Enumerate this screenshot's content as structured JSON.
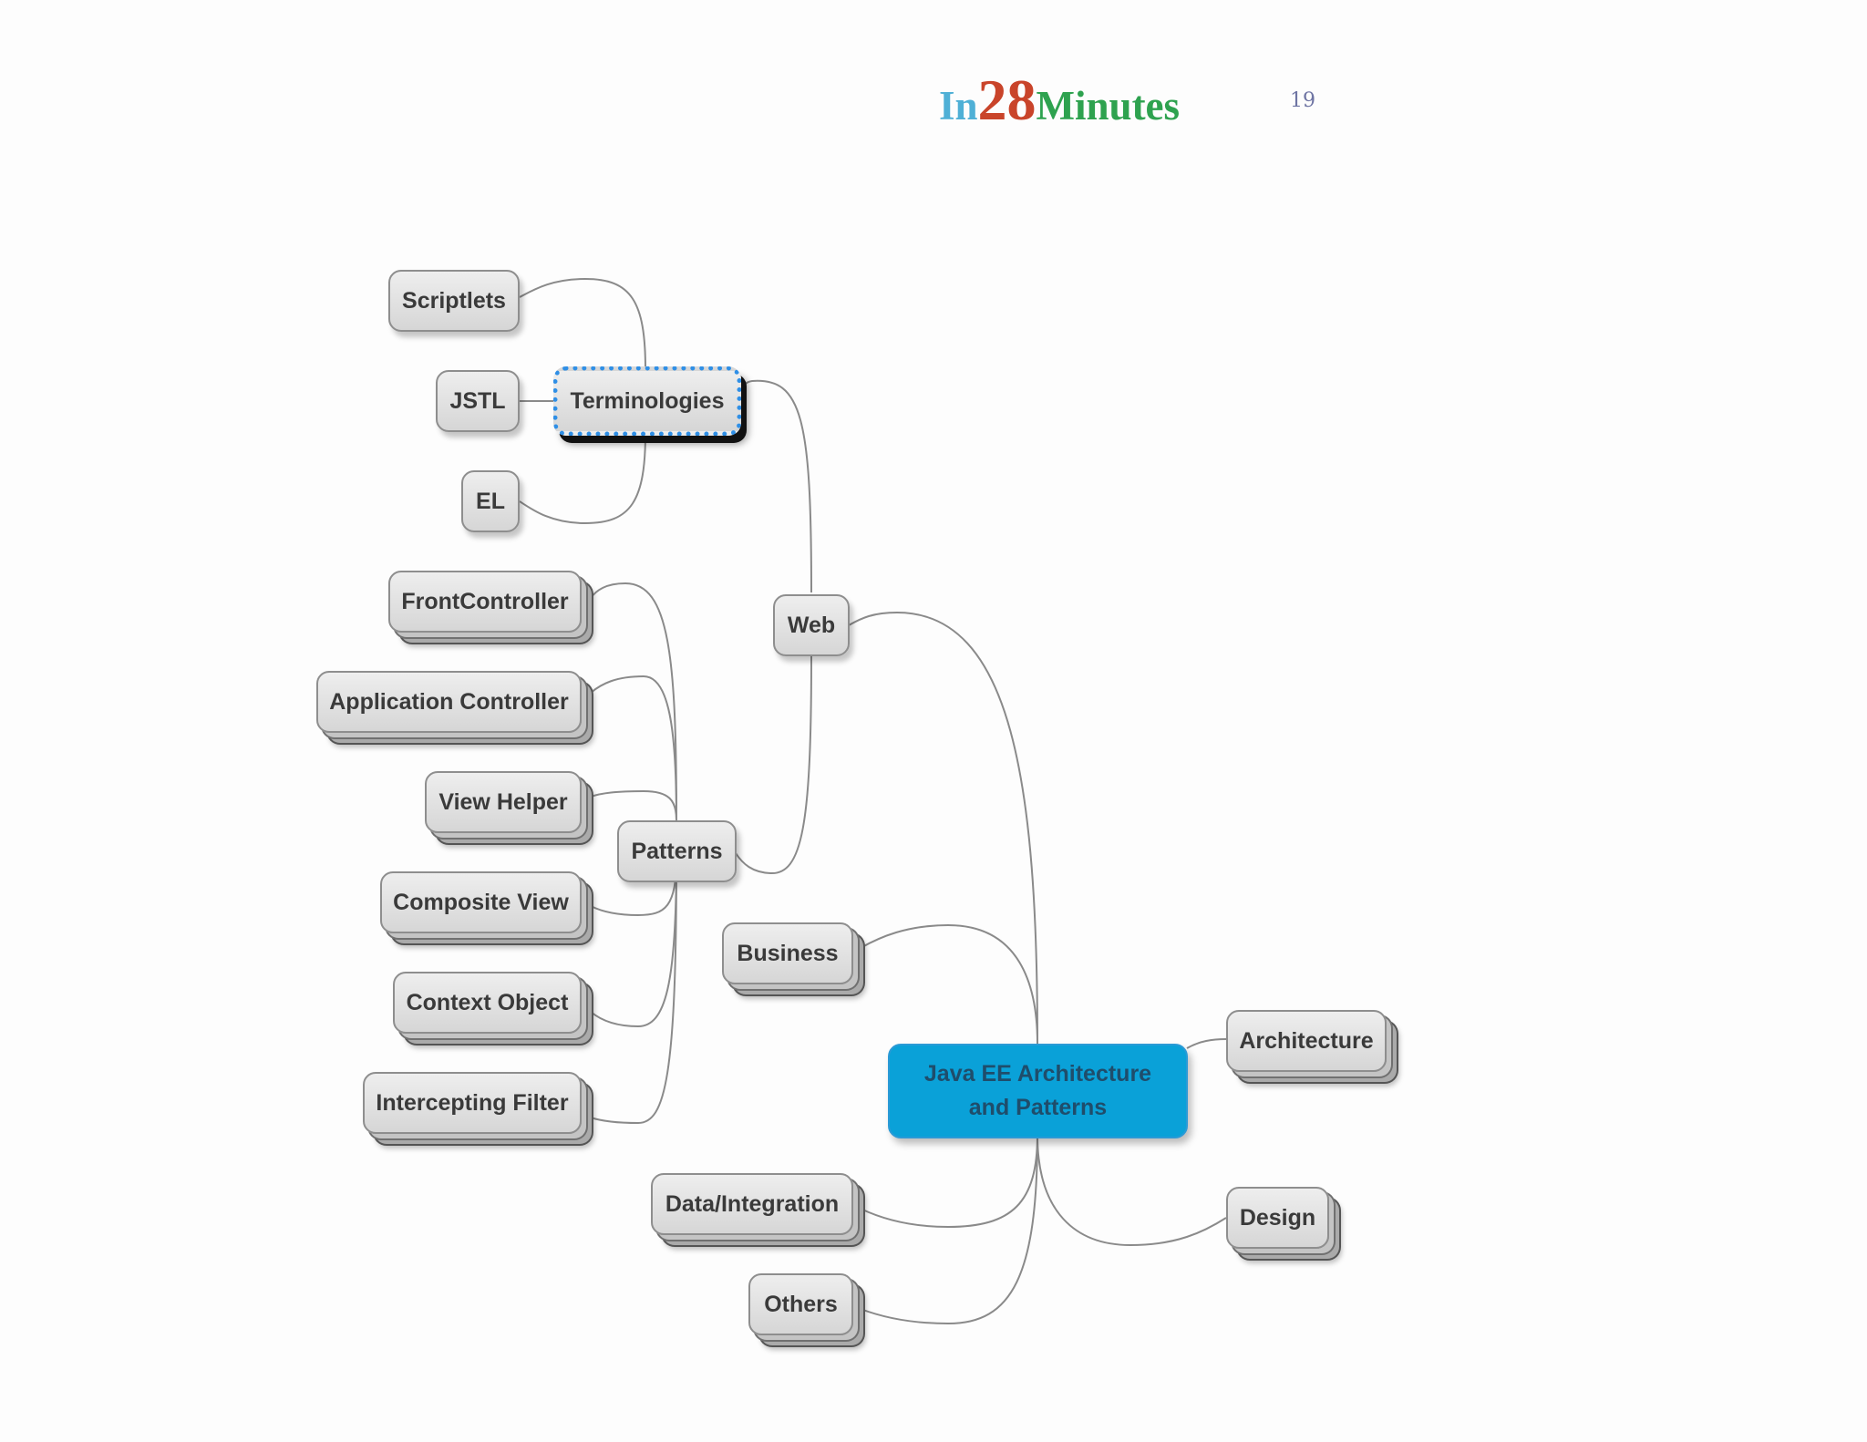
{
  "header": {
    "logo": {
      "in": "In",
      "num": "28",
      "minutes": "Minutes"
    },
    "page_number": "19"
  },
  "colors": {
    "logo_in": "#4fb0d6",
    "logo_num": "#c9442a",
    "logo_minutes": "#2ea24f",
    "root_fill": "#0aa1d8",
    "selection_border": "#2f8fe6"
  },
  "mindmap": {
    "root": "Java EE Architecture and Patterns",
    "web": "Web",
    "terminologies": "Terminologies",
    "scriptlets": "Scriptlets",
    "jstl": "JSTL",
    "el": "EL",
    "patterns": "Patterns",
    "front_controller": "FrontController",
    "application_controller": "Application Controller",
    "view_helper": "View Helper",
    "composite_view": "Composite View",
    "context_object": "Context Object",
    "intercepting_filter": "Intercepting Filter",
    "business": "Business",
    "data_integration": "Data/Integration",
    "others": "Others",
    "architecture": "Architecture",
    "design": "Design"
  }
}
